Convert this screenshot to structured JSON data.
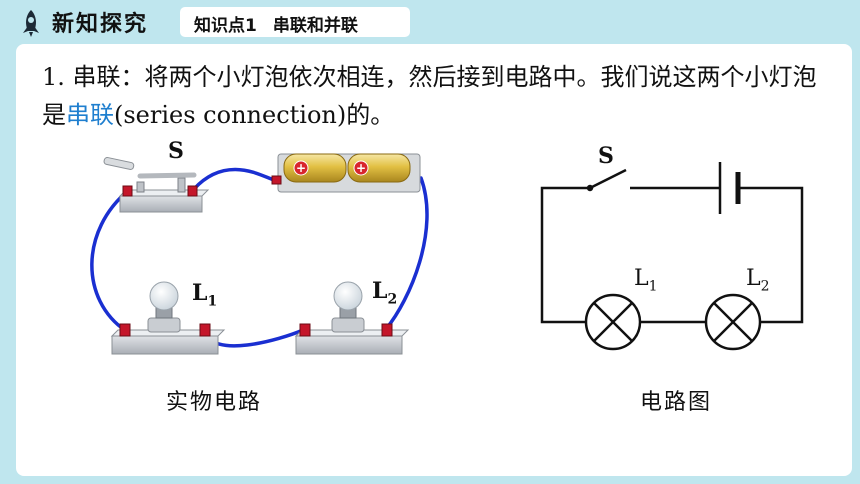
{
  "header": {
    "title": "新知探究",
    "topic_number": "知识点1",
    "topic_name": "串联和并联",
    "icon": "rocket-icon"
  },
  "body": {
    "number": "1.",
    "term": "串联",
    "text_a": "：将两个小灯泡依次相连，然后接到电路中。我们说这两个小灯泡是",
    "highlight": "串联",
    "text_b": "(series  connection)的。"
  },
  "physical_circuit": {
    "switch_label": "S",
    "lamp1_label": "L",
    "lamp1_sub": "1",
    "lamp2_label": "L",
    "lamp2_sub": "2",
    "battery_mark_1": "+",
    "battery_mark_2": "+",
    "caption": "实物电路"
  },
  "schematic": {
    "switch_label": "S",
    "lamp1_label": "L",
    "lamp1_sub": "1",
    "lamp2_label": "L",
    "lamp2_sub": "2",
    "caption": "电路图"
  },
  "colors": {
    "background": "#bfe6ee",
    "highlight": "#1f7fcf",
    "wire": "#1a2fd1"
  }
}
